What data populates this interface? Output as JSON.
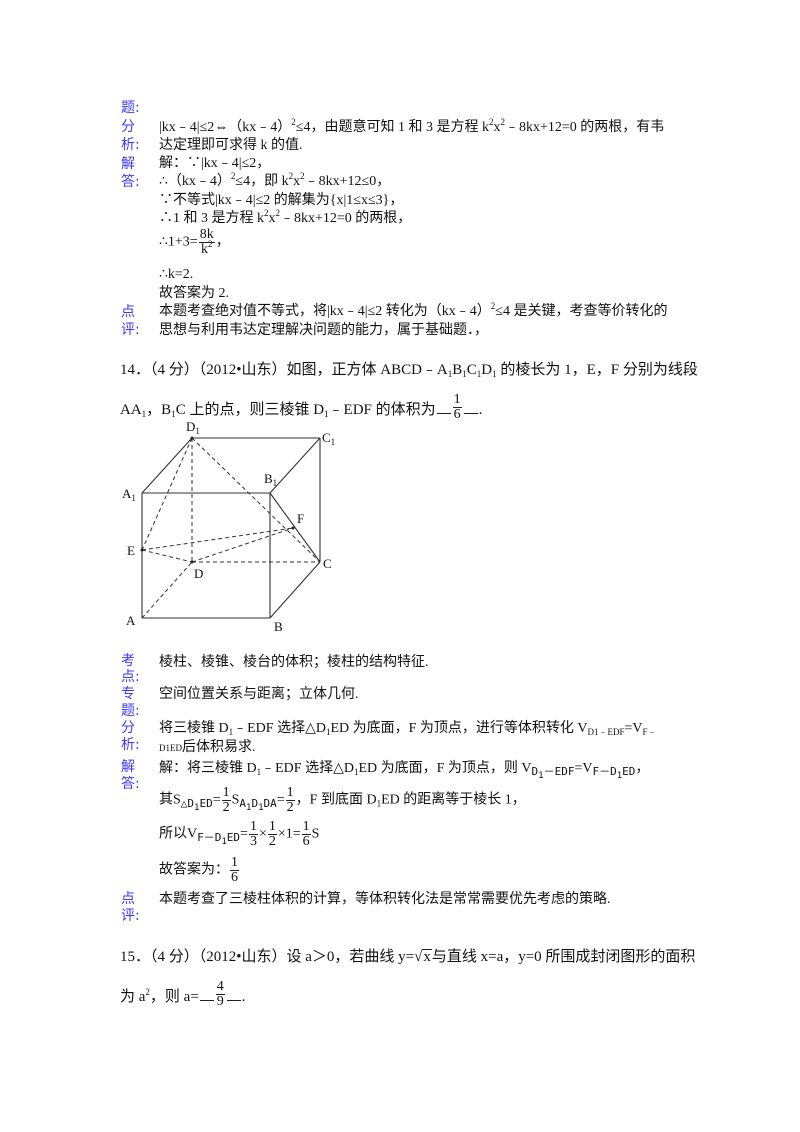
{
  "labels": {
    "topic_tail": "题:",
    "analysis": [
      "分",
      "析:"
    ],
    "solution": [
      "解",
      "答:"
    ],
    "comment": [
      "点",
      "评:"
    ],
    "kaodian": [
      "考",
      "点:"
    ],
    "zhuanti": [
      "专",
      "题:"
    ]
  },
  "q13": {
    "analysis_line1_a": "|kx﹣4|≤2⇔（kx﹣4）",
    "analysis_line1_sup": "2",
    "analysis_line1_b": "≤4，由题意可知 1 和 3 是方程 k",
    "analysis_line1_c": "x",
    "analysis_line1_d": "﹣8kx+12=0 的两根，有韦",
    "analysis_line2": "达定理即可求得 k 的值.",
    "sol_1": "解：∵|kx﹣4|≤2，",
    "sol_2_a": "∴（kx﹣4）",
    "sol_2_b": "≤4，即 k",
    "sol_2_c": "x",
    "sol_2_d": "﹣8kx+12≤0，",
    "sol_3": "∵不等式|kx﹣4|≤2 的解集为{x|1≤x≤3}，",
    "sol_4_a": "∴1 和 3 是方程 k",
    "sol_4_b": "x",
    "sol_4_c": "﹣8kx+12=0 的两根，",
    "sol_5_prefix": "∴1+3=",
    "sol_5_num": "8k",
    "sol_5_den": "k",
    "sol_5_den_sup": "2",
    "sol_5_suffix": "，",
    "sol_6": "∴k=2.",
    "sol_7": "故答案为 2.",
    "comment_1_a": "本题考查绝对值不等式，将|kx﹣4|≤2 转化为（kx﹣4）",
    "comment_1_b": "≤4 是关键，考查等价转化的",
    "comment_2": "思想与利用韦达定理解决问题的能力，属于基础题．，",
    "two": "2"
  },
  "q14": {
    "line1": "14．（4 分）（2012•山东）如图，正方体 ABCD﹣A",
    "line1_b": "B",
    "line1_c": "C",
    "line1_d": "D",
    "line1_e": " 的棱长为 1，E，F 分别为线段",
    "one": "1",
    "line2_a": "AA",
    "line2_b": "，B",
    "line2_c": "C 上的点，则三棱锥 D",
    "line2_d": "﹣EDF 的体积为",
    "answer_num": "1",
    "answer_den": "6",
    "period": ".",
    "figure": {
      "labels": {
        "D1": "D",
        "C1": "C",
        "B1": "B",
        "A1": "A",
        "E": "E",
        "F": "F",
        "D": "D",
        "C": "C",
        "A": "A",
        "B": "B",
        "sub1": "1"
      }
    },
    "kaodian": "棱柱、棱锥、棱台的体积；棱柱的结构特征.",
    "zhuanti": "空间位置关系与距离；立体几何.",
    "analysis_1_a": "将三棱锥 D",
    "analysis_1_b": "﹣EDF 选择△D",
    "analysis_1_c": "ED 为底面，F 为顶点，进行等体积转化 V",
    "analysis_1_sub1": "D1﹣EDF",
    "analysis_1_d": "=V",
    "analysis_1_sub2": "F﹣",
    "analysis_2_sub": "D1ED",
    "analysis_2": "后体积易求.",
    "sol_1_a": "解：将三棱锥 D",
    "sol_1_b": "﹣EDF 选择△D",
    "sol_1_c": "ED 为底面，F 为顶点，则",
    "sol_1_v1": "V",
    "sol_1_v1sub": "D",
    "sol_1_v1rest": "－EDF",
    "sol_1_eq": "=",
    "sol_1_v2": "V",
    "sol_1_v2sub": "F－D",
    "sol_1_v2rest": "ED",
    "sol_1_end": "，",
    "sol_2_a": "其",
    "sol_2_s": "S",
    "sol_2_ssub": "△D",
    "sol_2_ssub2": "ED",
    "sol_2_eq": "=",
    "sol_2_half_n": "1",
    "sol_2_half_d": "2",
    "sol_2_s2": "S",
    "sol_2_s2sub": "A",
    "sol_2_s2sub2": "D",
    "sol_2_s2sub3": "DA",
    "sol_2_rest": "，F 到底面 D",
    "sol_2_rest2": "ED 的距离等于棱长 1，",
    "sol_3_a": "所以",
    "sol_3_v": "V",
    "sol_3_vsub": "F－D",
    "sol_3_vsub2": "ED",
    "sol_3_eq": "=",
    "f13_n": "1",
    "f13_d": "3",
    "times": "×",
    "f12_n": "1",
    "f12_d": "2",
    "times1": "×1=",
    "f16_n": "1",
    "f16_d": "6",
    "sol_3_s": "S",
    "sol_4": "故答案为：",
    "sol_4_n": "1",
    "sol_4_d": "6",
    "comment": "本题考查了三棱柱体积的计算，等体积转化法是常常需要优先考虑的策略."
  },
  "q15": {
    "line1_a": "15．（4 分）（2012•山东）设 a＞0，若曲线 y=",
    "sqrt_sym": "√",
    "sqrt_x": "x",
    "line1_b": "与直线 x=a，y=0 所围成封闭图形的面积",
    "line2_a": "为 a",
    "line2_sup": "2",
    "line2_b": "，则 a=",
    "answer_num": "4",
    "answer_den": "9",
    "period": "."
  }
}
